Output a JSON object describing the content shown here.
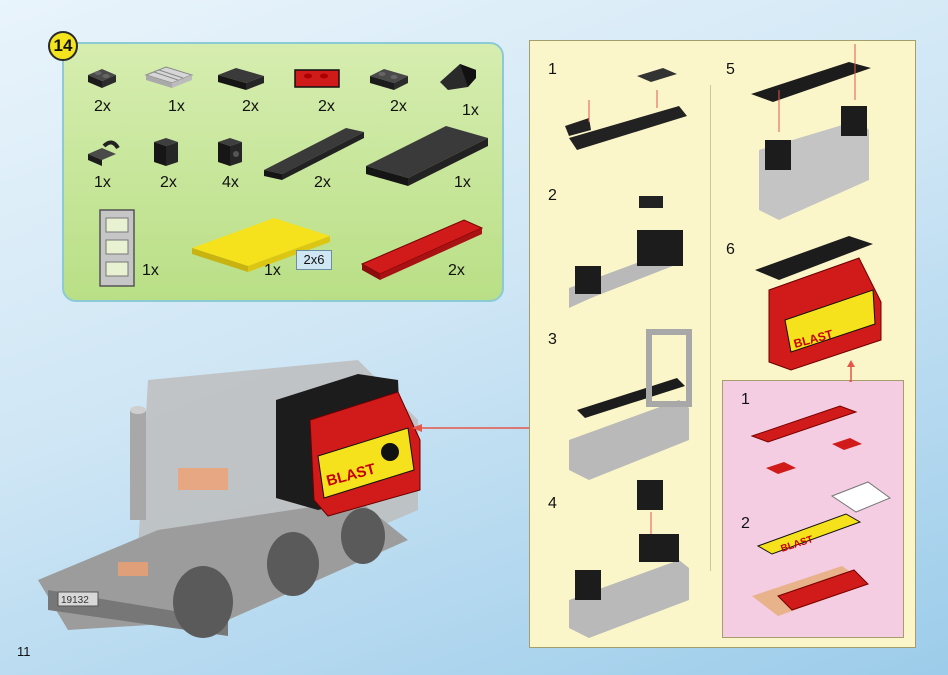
{
  "step_number": "14",
  "page_number": "11",
  "parts": [
    {
      "qty": "2x",
      "name": "black-1x2-plate"
    },
    {
      "qty": "1x",
      "name": "grey-2x3-grille-tile"
    },
    {
      "qty": "2x",
      "name": "black-2x3-tile"
    },
    {
      "qty": "2x",
      "name": "red-1x2-plate"
    },
    {
      "qty": "2x",
      "name": "black-1x2-plate-b"
    },
    {
      "qty": "1x",
      "name": "black-slope"
    },
    {
      "qty": "1x",
      "name": "black-clip-plate"
    },
    {
      "qty": "2x",
      "name": "black-1x1-brick"
    },
    {
      "qty": "4x",
      "name": "black-1x1-brick-stud"
    },
    {
      "qty": "2x",
      "name": "black-1x6-plate"
    },
    {
      "qty": "1x",
      "name": "black-2x6-plate"
    },
    {
      "qty": "1x",
      "name": "grey-ladder"
    },
    {
      "qty": "1x",
      "name": "yellow-2x6-tile"
    },
    {
      "qty": "2x",
      "name": "red-wedge-plate"
    }
  ],
  "tile_size_label": "2x6",
  "substeps": [
    "1",
    "2",
    "3",
    "4",
    "5",
    "6"
  ],
  "pink_substeps": [
    "1",
    "2"
  ],
  "sticker_text": "BLAST",
  "license_plate": "19132",
  "colors": {
    "accent_red": "#d11a1a",
    "yellow": "#f6e21c",
    "arrow": "#e4574a"
  }
}
